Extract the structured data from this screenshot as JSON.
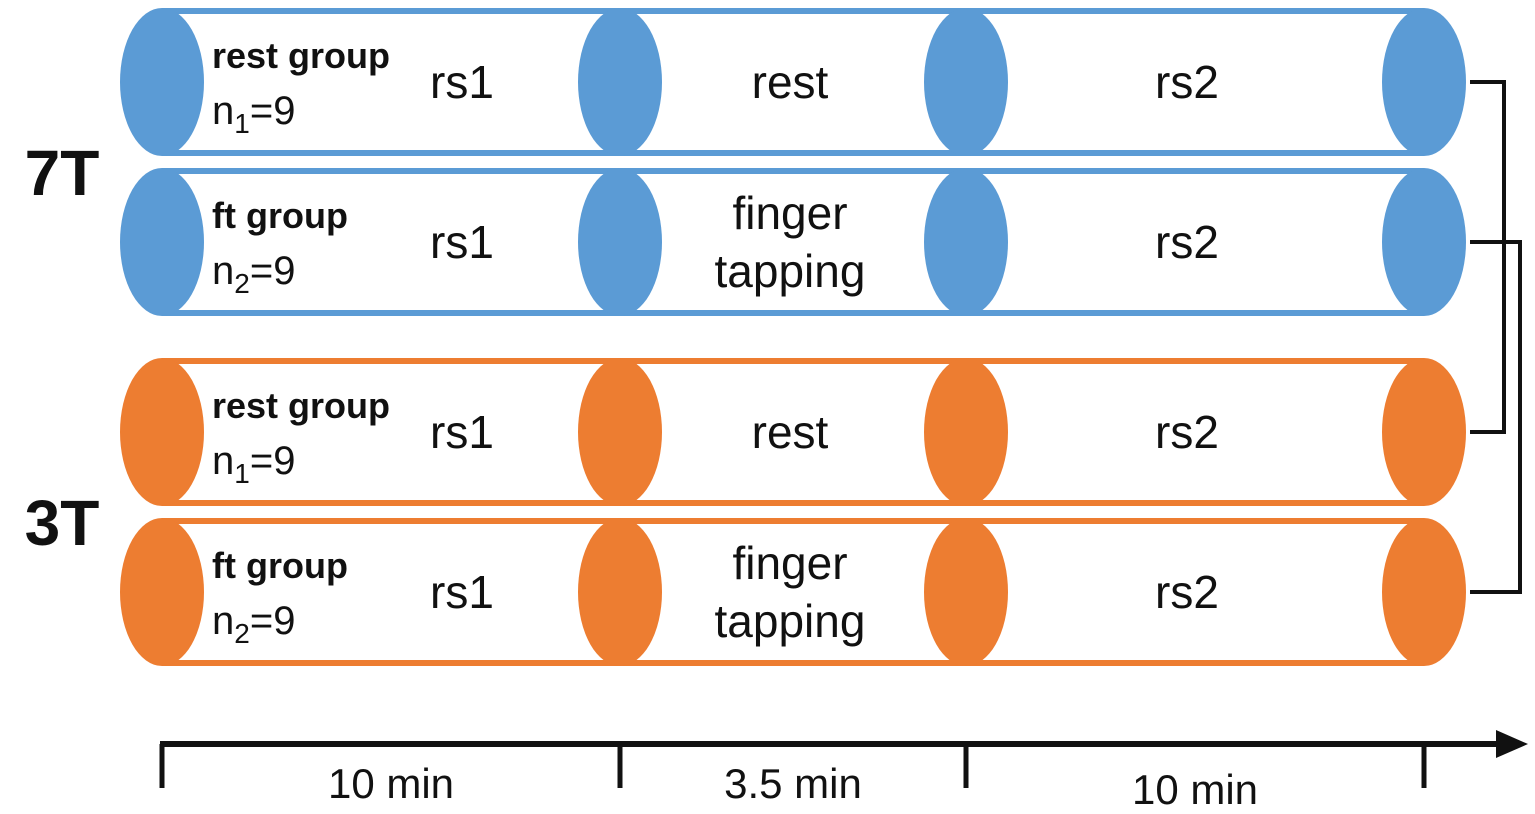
{
  "colors": {
    "field_7T": "#5b9bd5",
    "field_3T": "#ed7d31",
    "bracket": "#111111",
    "axis": "#111111"
  },
  "fields": [
    {
      "label": "7T",
      "color_key": "field_7T",
      "rows": [
        {
          "group": "rest group",
          "n_base": "n",
          "n_sub": "1",
          "n_rest": "=9",
          "segments": [
            [
              "rs1"
            ],
            [
              "rest"
            ],
            [
              "rs2"
            ]
          ]
        },
        {
          "group": "ft group",
          "n_base": "n",
          "n_sub": "2",
          "n_rest": "=9",
          "segments": [
            [
              "rs1"
            ],
            [
              "finger",
              "tapping"
            ],
            [
              "rs2"
            ]
          ]
        }
      ]
    },
    {
      "label": "3T",
      "color_key": "field_3T",
      "rows": [
        {
          "group": "rest group",
          "n_base": "n",
          "n_sub": "1",
          "n_rest": "=9",
          "segments": [
            [
              "rs1"
            ],
            [
              "rest"
            ],
            [
              "rs2"
            ]
          ]
        },
        {
          "group": "ft group",
          "n_base": "n",
          "n_sub": "2",
          "n_rest": "=9",
          "segments": [
            [
              "rs1"
            ],
            [
              "finger",
              "tapping"
            ],
            [
              "rs2"
            ]
          ]
        }
      ]
    }
  ],
  "timeline": {
    "durations": [
      "10 min",
      "3.5 min",
      "10 min"
    ]
  }
}
